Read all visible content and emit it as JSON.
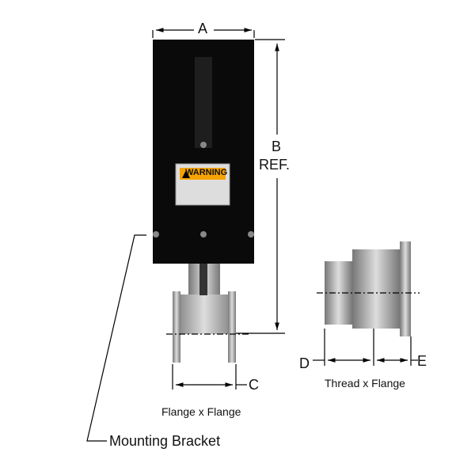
{
  "dimensions": {
    "a": "A",
    "b": "B",
    "ref": "REF.",
    "c": "C",
    "d": "D",
    "e": "E"
  },
  "captions": {
    "flange_flange": "Flange x Flange",
    "thread_flange": "Thread x Flange",
    "mounting_bracket": "Mounting Bracket"
  },
  "warning_label": {
    "title": "WARNING"
  },
  "colors": {
    "actuator": "#0a0a0a",
    "warning": "#f5a300",
    "metal": "#a9a9a9"
  }
}
